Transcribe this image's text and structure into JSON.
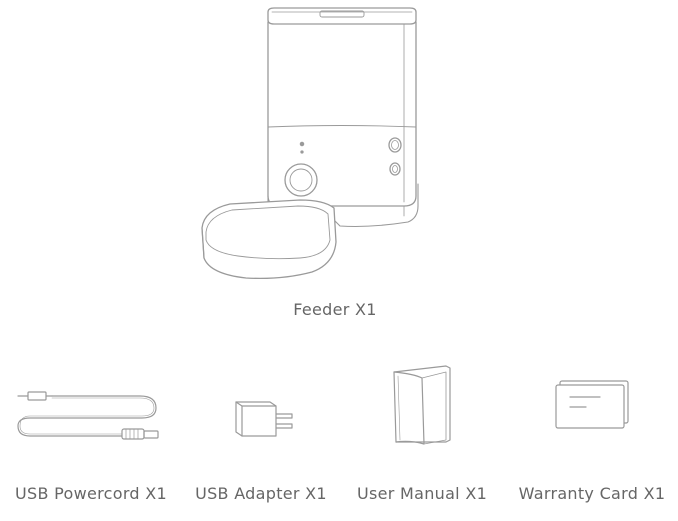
{
  "main_product": {
    "label": "Feeder X1",
    "icon": "pet-feeder-icon"
  },
  "accessories": [
    {
      "label": "USB Powercord X1",
      "icon": "usb-cable-icon"
    },
    {
      "label": "USB Adapter X1",
      "icon": "usb-adapter-icon"
    },
    {
      "label": "User Manual X1",
      "icon": "user-manual-icon"
    },
    {
      "label": "Warranty Card X1",
      "icon": "warranty-card-icon"
    }
  ],
  "colors": {
    "line": "#9a9a9a",
    "text": "#666666",
    "background": "#ffffff"
  }
}
